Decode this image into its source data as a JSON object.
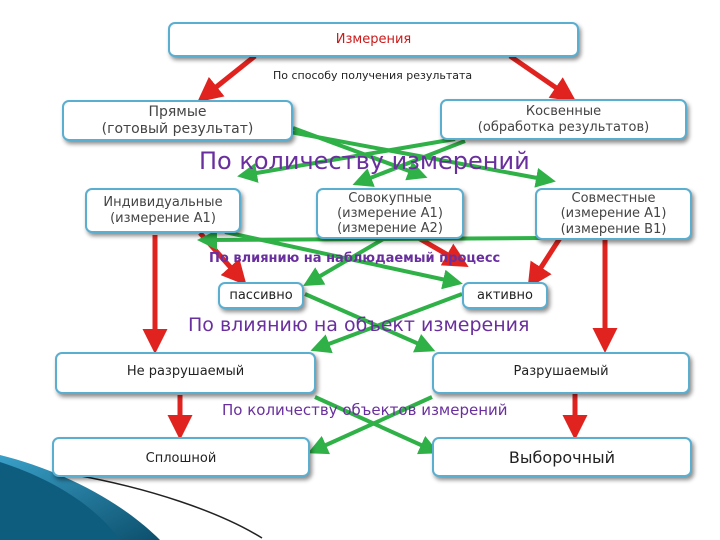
{
  "title": "Измерения",
  "criteria": {
    "obtain": "По способу получения результата",
    "count": "По количеству измерений",
    "influence_process": "По влиянию на наблюдаемый процесс",
    "influence_object": "По влиянию на объект измерения",
    "objects_count": "По количеству объектов измерений"
  },
  "boxes": {
    "direct_l1": "Прямые",
    "direct_l2": "(готовый результат)",
    "indirect_l1": "Косвенные",
    "indirect_l2": "(обработка результатов)",
    "individual_l1": "Индивидуальные",
    "individual_l2": "(измерение А1)",
    "aggregate_l1": "Совокупные",
    "aggregate_l2": "(измерение А1)",
    "aggregate_l3": "(измерение А2)",
    "joint_l1": "Совместные",
    "joint_l2": "(измерение А1)",
    "joint_l3": "(измерение В1)",
    "passive": "пассивно",
    "active": "активно",
    "nondestructive": "Не разрушаемый",
    "destructive": "Разрушаемый",
    "continuous": "Сплошной",
    "sample": "Выборочный"
  },
  "colors": {
    "criterion_text": "#6a2f9e",
    "box_border": "#5aaed0",
    "arrow_red": "#e0231f",
    "arrow_green": "#2fb148",
    "corner_swoosh": "#1b6f93"
  }
}
